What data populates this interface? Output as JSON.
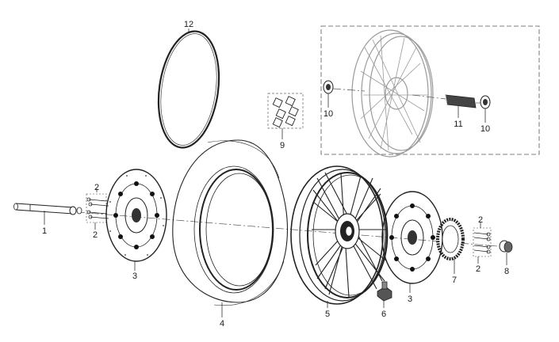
{
  "diagram": {
    "callouts": [
      {
        "id": "c1",
        "label": "1"
      },
      {
        "id": "c2a",
        "label": "2"
      },
      {
        "id": "c2b",
        "label": "2"
      },
      {
        "id": "c3a",
        "label": "3"
      },
      {
        "id": "c4",
        "label": "4"
      },
      {
        "id": "c5",
        "label": "5"
      },
      {
        "id": "c6",
        "label": "6"
      },
      {
        "id": "c3b",
        "label": "3"
      },
      {
        "id": "c7",
        "label": "7"
      },
      {
        "id": "c2c",
        "label": "2"
      },
      {
        "id": "c2d",
        "label": "2"
      },
      {
        "id": "c8",
        "label": "8"
      },
      {
        "id": "c9",
        "label": "9"
      },
      {
        "id": "c10a",
        "label": "10"
      },
      {
        "id": "c11",
        "label": "11"
      },
      {
        "id": "c10b",
        "label": "10"
      },
      {
        "id": "c12",
        "label": "12"
      }
    ],
    "colors": {
      "line": "#222222",
      "ghost": "#9a9a9a",
      "background": "#ffffff"
    }
  }
}
